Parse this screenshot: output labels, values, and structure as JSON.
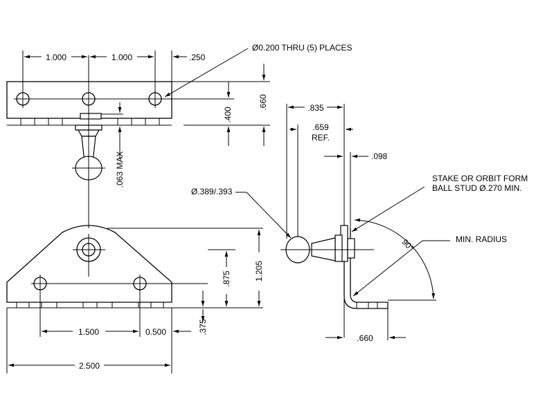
{
  "dimensions": {
    "top_left_spacing": "1.000",
    "top_mid_spacing": "1.000",
    "top_right_offset": ".250",
    "hole_callout": "Ø0.200 THRU (5) PLACES",
    "hole_to_bottom": ".400",
    "plate_width": ".660",
    "stud_offset": ".063 MAX",
    "bottom_hole_spacing": "1.500",
    "bottom_right_offset": "0.500",
    "bottom_width": "2.500",
    "bottom_hole_height": ".375",
    "lower_hole_height": ".875",
    "main_hole_height": "1.205",
    "side_overall": ".835",
    "side_ref_value": ".659",
    "side_ref_label": "REF.",
    "thickness": ".098",
    "ball_diameter": "Ø.389/.393",
    "stake_line1": "STAKE OR ORBIT FORM",
    "stake_line2": "BALL STUD Ø.270 MIN.",
    "angle": "90°",
    "min_radius": "MIN. RADIUS",
    "foot_length": ".660"
  }
}
